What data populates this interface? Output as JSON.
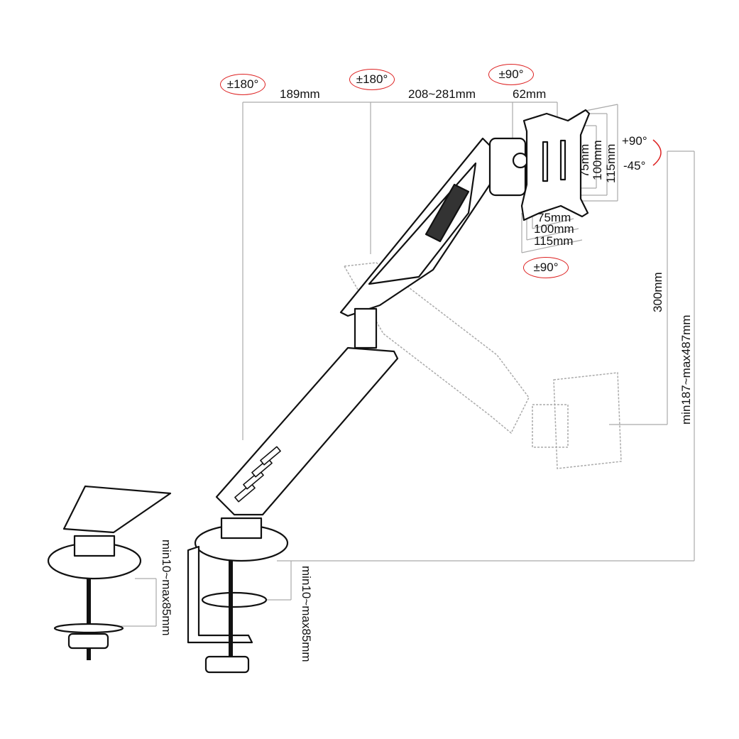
{
  "rotations": {
    "base": "±180°",
    "elbow": "±180°",
    "head_swivel": "±90°",
    "rotate": "±90°",
    "tilt_up": "+90°",
    "tilt_down": "-45°"
  },
  "dimensions": {
    "arm_lower": "189mm",
    "arm_upper": "208~281mm",
    "head": "62mm",
    "vesa_v": [
      "75mm",
      "100mm",
      "115mm"
    ],
    "vesa_h": [
      "75mm",
      "100mm",
      "115mm"
    ],
    "height_travel": "300mm",
    "height_range": "min187~max487mm",
    "clamp_grommet": "min10~max85mm",
    "clamp_desk": "min10~max85mm"
  },
  "colors": {
    "line": "#111111",
    "dim": "#aaaaaa",
    "accent": "#dd2222",
    "ghost": "#999999"
  }
}
